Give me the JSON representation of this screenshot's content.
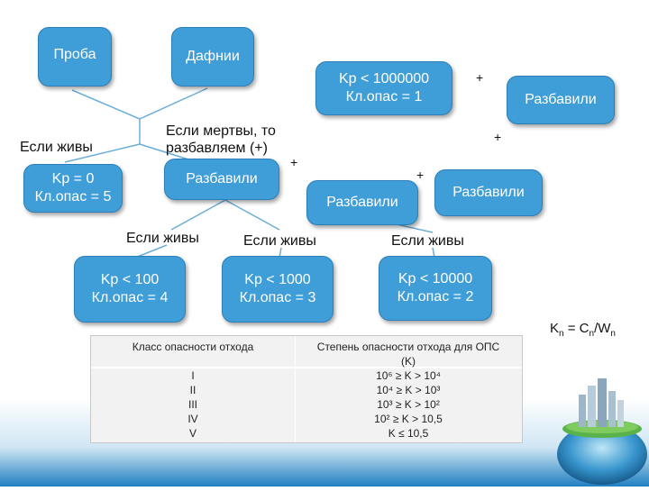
{
  "colors": {
    "box_fill": "#3f9ed8",
    "box_border": "#2a7fb8",
    "text": "#111111"
  },
  "boxes": {
    "proba": "Проба",
    "daphnia": "Дафнии",
    "kp_million": "Kр < 1000000\nКл.опас = 1",
    "razbavili_top": "Разбавили",
    "kp_zero": "Kр = 0\nКл.опас = 5",
    "razbavili_mid": "Разбавили",
    "razbavili_center": "Разбавили",
    "razbavili_right": "Разбавили",
    "kp_100": "Kр < 100\nКл.опас = 4",
    "kp_1000": "Kр < 1000\nКл.опас = 3",
    "kp_10000": "Kр < 10000\nКл.опас = 2"
  },
  "labels": {
    "if_alive_left": "Если живы",
    "if_dead": "Если мертвы, то\nразбавляем (+)",
    "if_alive_1": "Если живы",
    "if_alive_2": "Если живы",
    "if_alive_3": "Если живы"
  },
  "plus_signs": [
    "+",
    "+",
    "+",
    "+"
  ],
  "table": {
    "header_class": "Класс опасности отхода",
    "header_degree": "Степень опасности отхода для ОПС\n(K)",
    "classes": "I\nII\nIII\nIV\nV",
    "degrees": "10⁶ ≥ K > 10⁴\n10⁴ ≥ K > 10³\n10³ ≥ K > 10²\n10² ≥ K > 10,5\nK ≤ 10,5"
  },
  "formula": {
    "lhs_main": "K",
    "lhs_sub": "n",
    "eq": " = C",
    "c_sub": "n",
    "slash": "/W",
    "w_sub": "n"
  },
  "decor": {
    "globe": "globe-icon"
  }
}
